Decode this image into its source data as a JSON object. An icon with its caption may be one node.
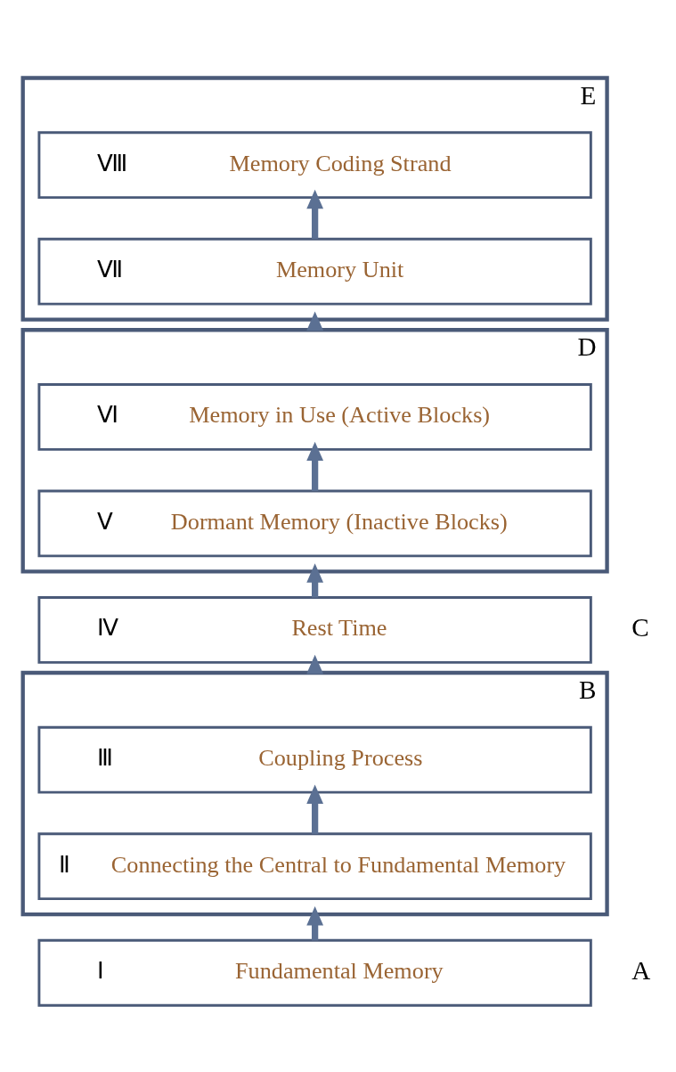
{
  "diagram": {
    "nodes": [
      {
        "text": [],
        "shape": "box",
        "beside": [
          "E"
        ]
      },
      {
        "text": [
          "Ⅷ",
          "Memory Coding Strand"
        ],
        "in": 0
      },
      {
        "text": [
          "Ⅶ",
          "Memory Unit"
        ],
        "in": 0
      },
      {
        "text": [],
        "shape": "box",
        "beside": [
          "D"
        ]
      },
      {
        "text": [
          "Ⅵ",
          "Memory in Use (Active Blocks)"
        ],
        "in": 3
      },
      {
        "text": [
          "Ⅴ",
          "Dormant Memory (Inactive Blocks)"
        ],
        "in": 3
      },
      {
        "text": [
          "Ⅳ",
          "Rest Time"
        ],
        "beside": [
          "C"
        ]
      },
      {
        "text": [],
        "shape": "box",
        "beside": [
          "B"
        ]
      },
      {
        "text": [
          "Ⅲ",
          "Coupling Process"
        ],
        "in": 7
      },
      {
        "text": [
          "Ⅱ",
          "Connecting the Central to Fundamental Memory"
        ],
        "in": 7
      },
      {
        "text": [
          "Ⅰ",
          "Fundamental Memory"
        ],
        "beside": [
          "A"
        ]
      }
    ],
    "edges": [
      {
        "from": 10,
        "to": 7,
        "arrow": "to"
      },
      {
        "from": 9,
        "to": 8,
        "arrow": "to"
      },
      {
        "from": 7,
        "to": 6,
        "arrow": "to"
      },
      {
        "from": 6,
        "to": 3,
        "arrow": "to"
      },
      {
        "from": 5,
        "to": 4,
        "arrow": "to"
      },
      {
        "from": 3,
        "to": 0,
        "arrow": "to"
      },
      {
        "from": 2,
        "to": 1,
        "arrow": "to"
      }
    ]
  }
}
